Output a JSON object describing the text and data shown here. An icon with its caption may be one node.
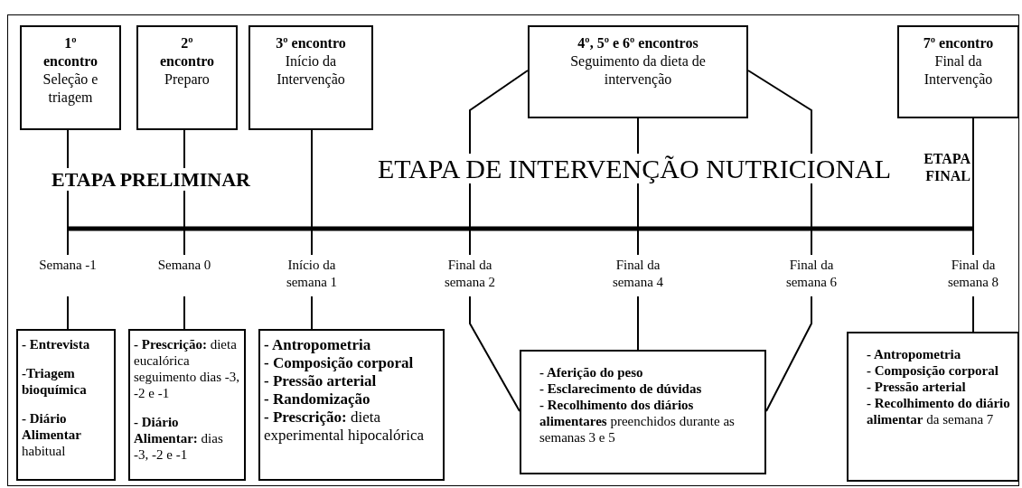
{
  "diagram": {
    "nodes": [
      {
        "text": [
          "1º encontro",
          "Seleção e triagem"
        ]
      },
      {
        "text": [
          "2º encontro",
          "Preparo"
        ]
      },
      {
        "text": [
          "3º encontro",
          "Início da Intervenção"
        ]
      },
      {
        "text": [
          "4º, 5º e 6º encontros",
          "Seguimento da dieta de intervenção"
        ]
      },
      {
        "text": [
          "7º encontro",
          "Final da Intervenção"
        ]
      },
      {
        "text": [
          "Semana -1"
        ]
      },
      {
        "text": [
          "Semana 0"
        ]
      },
      {
        "text": [
          "Início da semana 1"
        ]
      },
      {
        "text": [
          "Final da semana 2"
        ]
      },
      {
        "text": [
          "Final da semana 4"
        ]
      },
      {
        "text": [
          "Final da semana 6"
        ]
      },
      {
        "text": [
          "Final da semana 8"
        ]
      },
      {
        "text": [
          "- Entrevista",
          "-Triagem bioquímica",
          "**- Diário Alimentar** habitual"
        ]
      },
      {
        "text": [
          "**- Prescrição:** dieta eucalórica seguimento dias -3, -2 e -1",
          "**- Diário Alimentar:** dias -3, -2 e -1"
        ]
      },
      {
        "text": [
          "- Antropometria",
          "- Composição corporal",
          "- Pressão arterial",
          "- Randomização",
          "**- Prescrição:** dieta experimental hipocalórica"
        ]
      },
      {
        "text": [
          "- Aferição do peso",
          "- Esclarecimento de dúvidas",
          "**- Recolhimento dos diários alimentares** preenchidos durante as semanas 3 e 5"
        ]
      },
      {
        "text": [
          "- Antropometria",
          "- Composição corporal",
          "- Pressão arterial",
          "**- Recolhimento do diário alimentar** da semana 7"
        ]
      }
    ],
    "edges": [
      {
        "from": 0,
        "to": 5,
        "arrow": "none"
      },
      {
        "from": 1,
        "to": 6,
        "arrow": "none"
      },
      {
        "from": 2,
        "to": 7,
        "arrow": "none"
      },
      {
        "from": 3,
        "to": 8,
        "arrow": "none"
      },
      {
        "from": 3,
        "to": 9,
        "arrow": "none"
      },
      {
        "from": 3,
        "to": 10,
        "arrow": "none"
      },
      {
        "from": 4,
        "to": 11,
        "arrow": "none"
      },
      {
        "from": 5,
        "to": 12,
        "arrow": "none"
      },
      {
        "from": 6,
        "to": 13,
        "arrow": "none"
      },
      {
        "from": 7,
        "to": 14,
        "arrow": "none"
      },
      {
        "from": 8,
        "to": 15,
        "arrow": "none"
      },
      {
        "from": 9,
        "to": 15,
        "arrow": "none"
      },
      {
        "from": 10,
        "to": 15,
        "arrow": "none"
      },
      {
        "from": 11,
        "to": 16,
        "arrow": "none"
      }
    ],
    "labels": [
      "ETAPA PRELIMINAR",
      "ETAPA DE INTERVENÇÃO NUTRICIONAL",
      "ETAPA FINAL"
    ]
  }
}
